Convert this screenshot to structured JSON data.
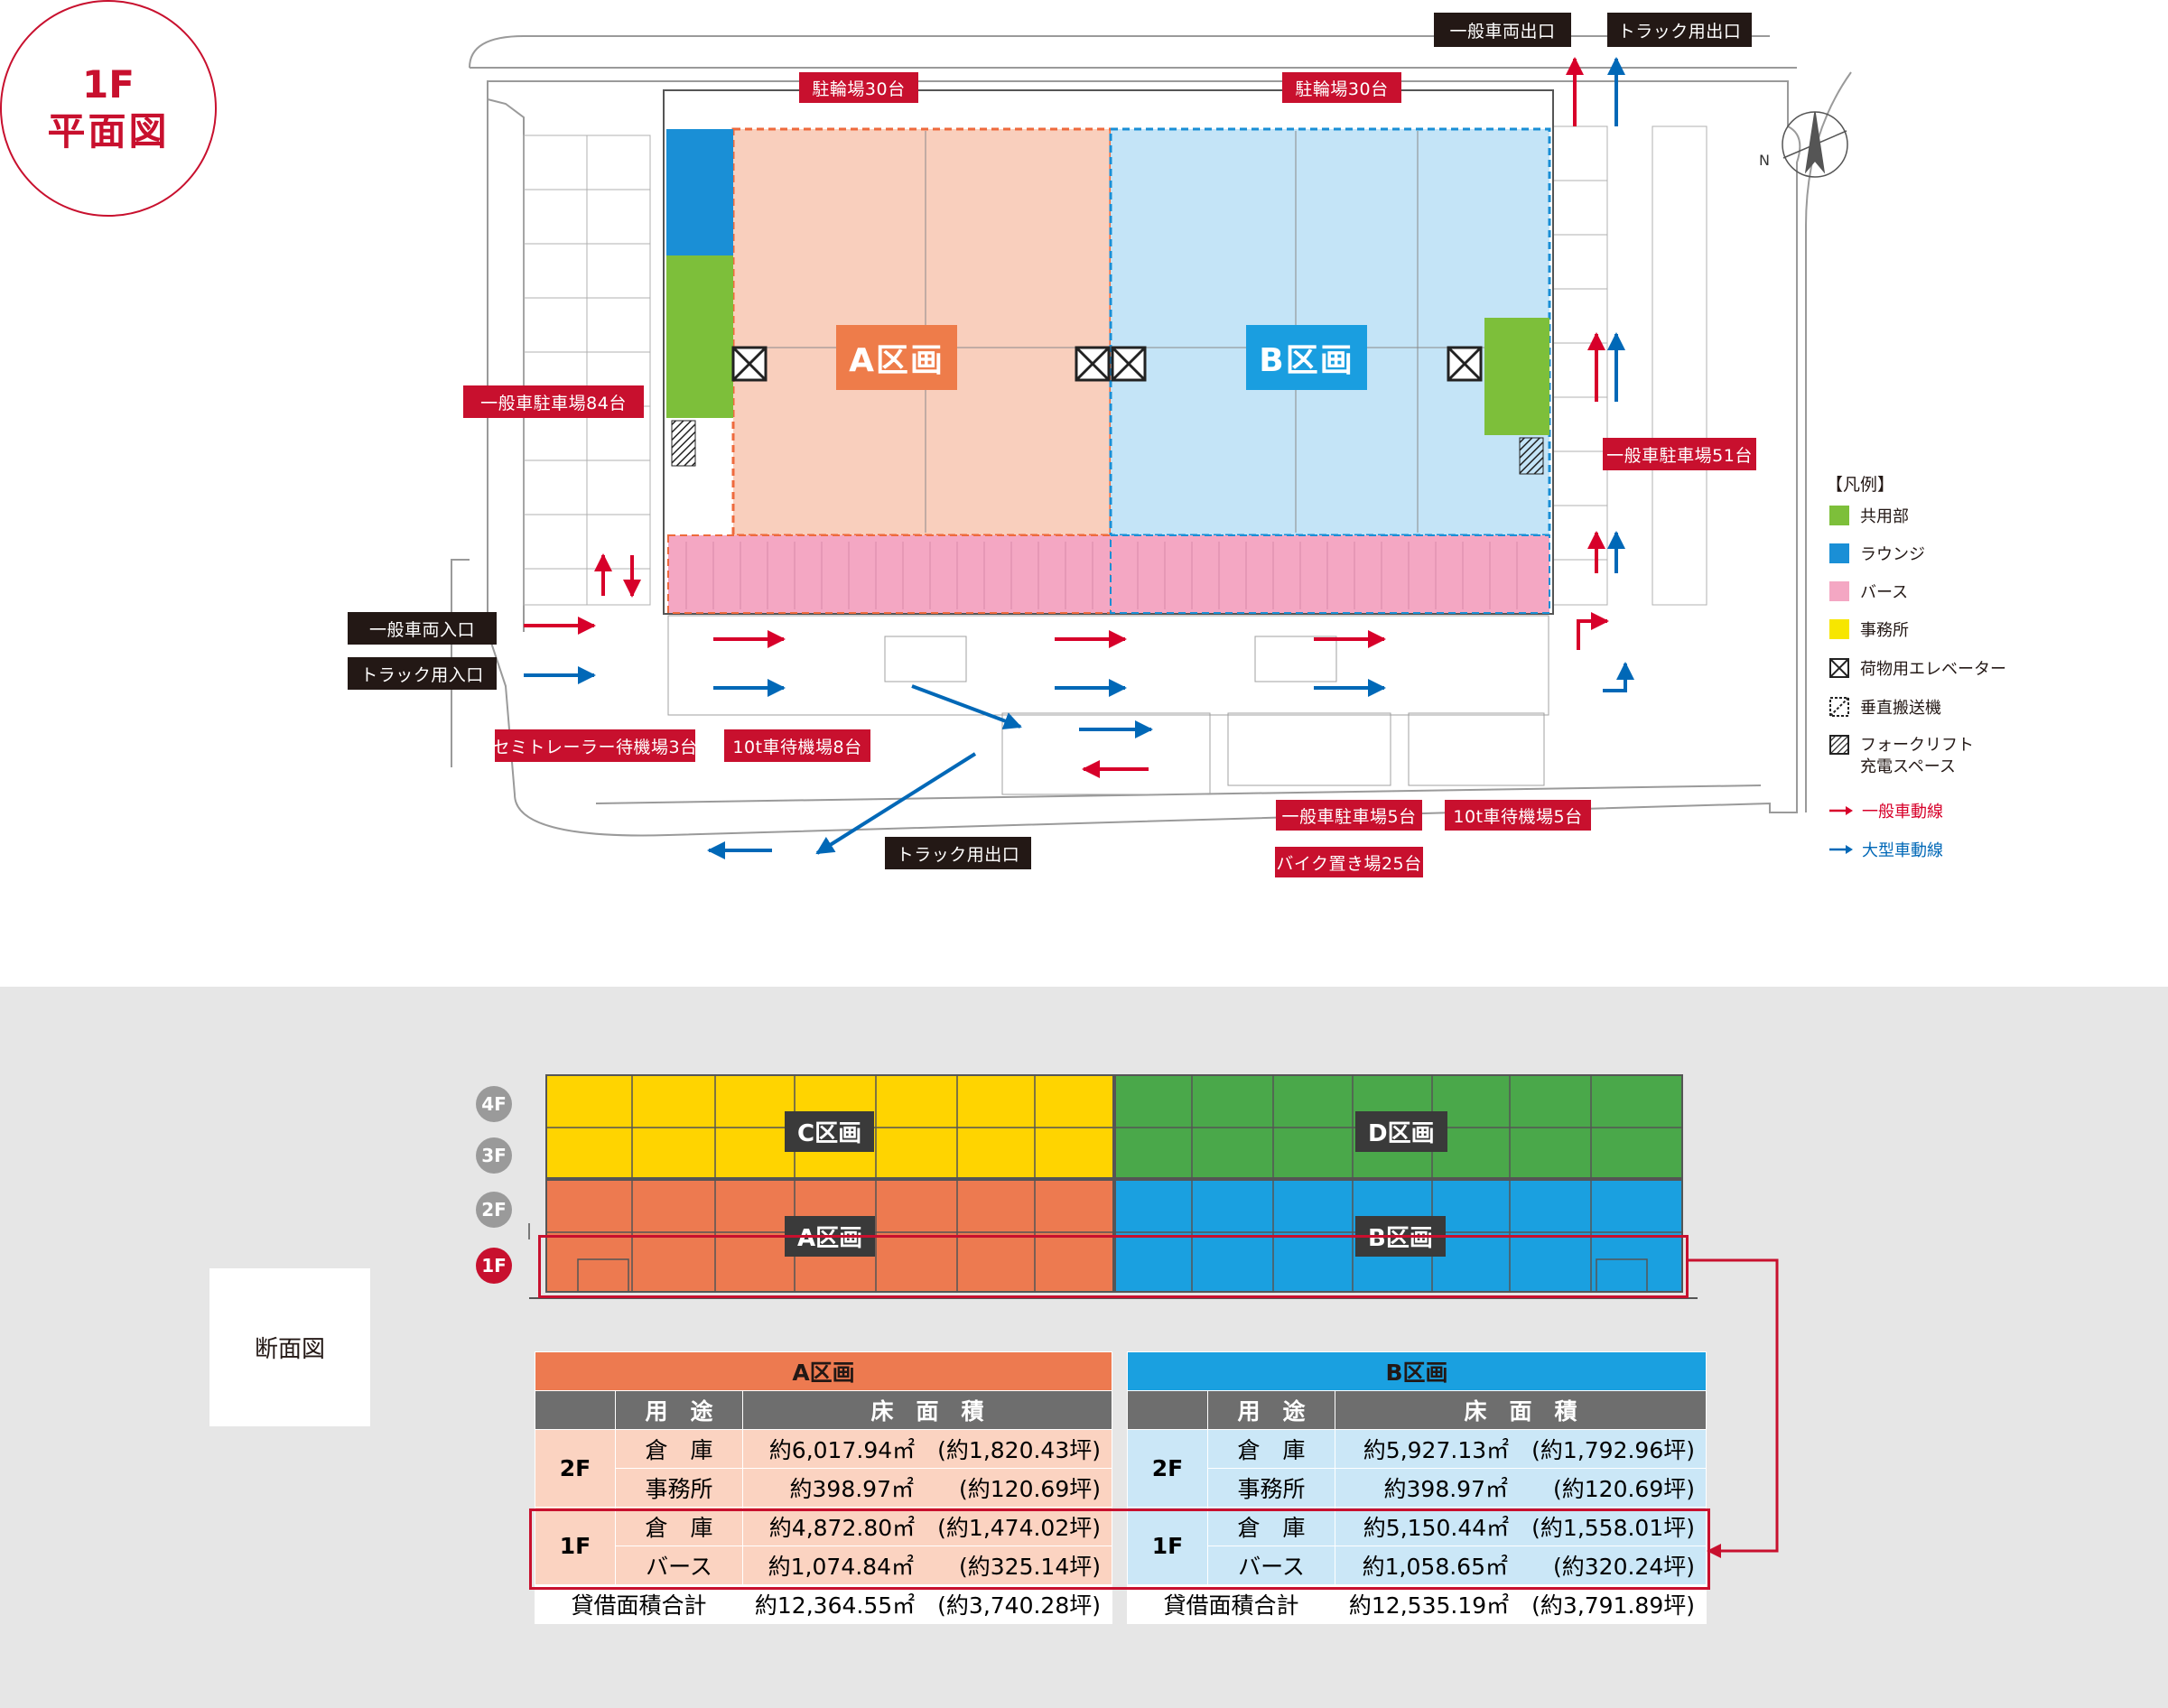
{
  "title": {
    "line1": "1F",
    "line2": "平面図"
  },
  "plan": {
    "zones": {
      "a": "A区画",
      "b": "B区画"
    },
    "badges": {
      "general_exit": "一般車両出口",
      "truck_exit_top": "トラック用出口",
      "bike_a": "駐輪場30台",
      "bike_b": "駐輪場30台",
      "parking_84": "一般車駐車場84台",
      "parking_51": "一般車駐車場51台",
      "general_entry": "一般車両入口",
      "truck_entry": "トラック用入口",
      "semi_wait": "セミトレーラー待機場3台",
      "wait_10t_8": "10t車待機場8台",
      "truck_exit_bottom": "トラック用出口",
      "parking_5": "一般車駐車場5台",
      "wait_10t_5": "10t車待機場5台",
      "bike_25": "バイク置き場25台"
    },
    "north": "N"
  },
  "legend": {
    "title": "【凡例】",
    "items": [
      {
        "label": "共用部",
        "color": "#7dbf3a"
      },
      {
        "label": "ラウンジ",
        "color": "#1a8fd6"
      },
      {
        "label": "バース",
        "color": "#f4a7c3"
      },
      {
        "label": "事務所",
        "color": "#f7e600"
      },
      {
        "label": "荷物用エレベーター",
        "icon": "elevator-icon"
      },
      {
        "label": "垂直搬送機",
        "icon": "vertical-conveyor-icon"
      },
      {
        "label": "フォークリフト",
        "label2": "充電スペース",
        "icon": "forklift-charge-icon"
      },
      {
        "label": "一般車動線",
        "color": "#d7002a",
        "icon": "arrow-icon"
      },
      {
        "label": "大型車動線",
        "color": "#0068b7",
        "icon": "arrow-icon"
      }
    ]
  },
  "section": {
    "caption": "断面図",
    "floors": [
      "4F",
      "3F",
      "2F",
      "1F"
    ],
    "labels": {
      "c": "C区画",
      "d": "D区画",
      "a": "A区画",
      "b": "B区画"
    }
  },
  "table_a": {
    "header": "A区画",
    "col_use": "用　途",
    "col_area": "床　面　積",
    "floor2": "2F",
    "floor1": "1F",
    "rows": [
      {
        "use": "倉　庫",
        "area": "約6,017.94㎡",
        "tsubo": "(約1,820.43坪)"
      },
      {
        "use": "事務所",
        "area": "約398.97㎡",
        "tsubo": "(約120.69坪)"
      },
      {
        "use": "倉　庫",
        "area": "約4,872.80㎡",
        "tsubo": "(約1,474.02坪)"
      },
      {
        "use": "バース",
        "area": "約1,074.84㎡",
        "tsubo": "(約325.14坪)"
      }
    ],
    "total_label": "貸借面積合計",
    "total_area": "約12,364.55㎡",
    "total_tsubo": "(約3,740.28坪)"
  },
  "table_b": {
    "header": "B区画",
    "col_use": "用　途",
    "col_area": "床　面　積",
    "floor2": "2F",
    "floor1": "1F",
    "rows": [
      {
        "use": "倉　庫",
        "area": "約5,927.13㎡",
        "tsubo": "(約1,792.96坪)"
      },
      {
        "use": "事務所",
        "area": "約398.97㎡",
        "tsubo": "(約120.69坪)"
      },
      {
        "use": "倉　庫",
        "area": "約5,150.44㎡",
        "tsubo": "(約1,558.01坪)"
      },
      {
        "use": "バース",
        "area": "約1,058.65㎡",
        "tsubo": "(約320.24坪)"
      }
    ],
    "total_label": "貸借面積合計",
    "total_area": "約12,535.19㎡",
    "total_tsubo": "(約3,791.89坪)"
  },
  "colors": {
    "red": "#c8102e",
    "dark": "#231815",
    "zone_a": "#f9cfbd",
    "zone_b": "#c4e4f7",
    "berth": "#f4a7c3",
    "zone_a_label": "#ee7c4a",
    "zone_b_label": "#1a9ee0",
    "section_yellow": "#ffd400",
    "section_green": "#4aa84a",
    "section_orange": "#ed7a50",
    "section_blue": "#1aa0e0"
  }
}
